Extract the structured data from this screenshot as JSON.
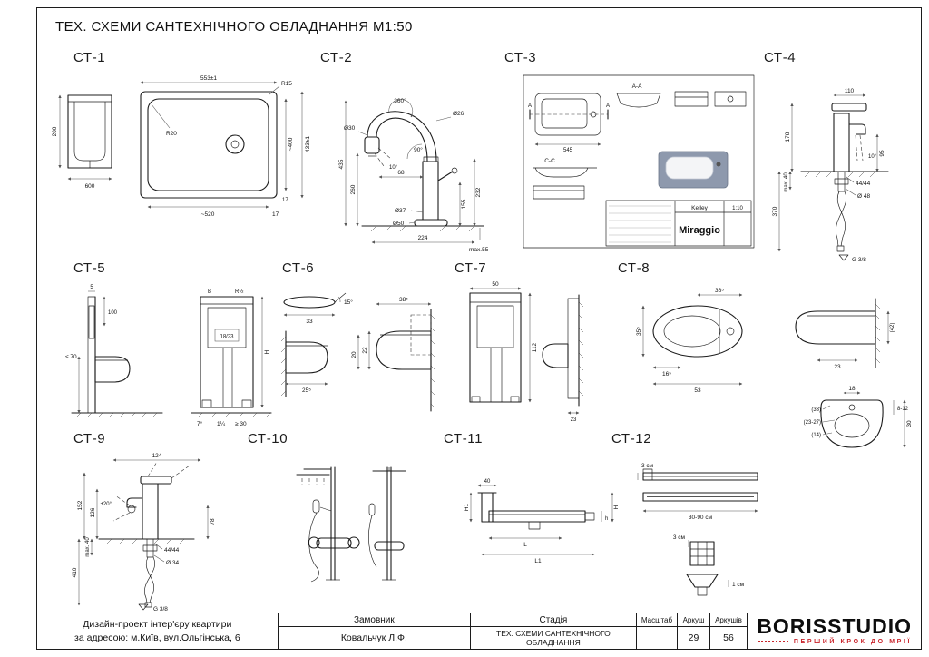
{
  "page": {
    "title": "ТЕХ. СХЕМИ САНТЕХНІЧНОГО ОБЛАДНАННЯ М1:50"
  },
  "colors": {
    "accent_red": "#c9252c",
    "line": "#1c1c1c",
    "basin_fill": "#8e99ad"
  },
  "schemes": {
    "ct1": {
      "label": "СТ-1",
      "dims": [
        "553±1",
        "R15",
        "~400",
        "433±1",
        "R20",
        "~520",
        "17",
        "17",
        "600",
        "200"
      ]
    },
    "ct2": {
      "label": "СТ-2",
      "dims": [
        "360°",
        "Ø26",
        "Ø30",
        "90°",
        "10°",
        "435",
        "260",
        "68",
        "155",
        "232",
        "Ø37",
        "Ø50",
        "224",
        "max.55"
      ]
    },
    "ct3": {
      "label": "СТ-3",
      "texts": {
        "mark_a": "A",
        "sec_a": "A-A",
        "sec_c": "C-C",
        "dim_top": "545",
        "brand": "Miraggio",
        "model": "Kelley",
        "scale": "1:10"
      }
    },
    "ct4": {
      "label": "СТ-4",
      "dims": [
        "178",
        "110",
        "95",
        "44/44",
        "Ø 48",
        "370",
        "max. 40",
        "10°",
        "G 3/8"
      ]
    },
    "ct5": {
      "label": "СТ-5",
      "dims": [
        "5",
        "100",
        "≤ 70",
        "B",
        "R½",
        "18/23",
        "H",
        "7°",
        "1¼",
        "≥ 30"
      ]
    },
    "ct6": {
      "label": "СТ-6",
      "dims": [
        "15°",
        "33",
        "38⁵",
        "22",
        "20",
        "25⁵"
      ]
    },
    "ct7": {
      "label": "СТ-7",
      "dims": [
        "50",
        "112",
        "23"
      ]
    },
    "ct8": {
      "label": "СТ-8",
      "dims": [
        "36⁵",
        "35⁵",
        "16⁵",
        "53",
        "(42)",
        "23",
        "18",
        "8-12",
        "30",
        "(33)",
        "(23-27)",
        "(14)"
      ]
    },
    "ct9": {
      "label": "СТ-9",
      "dims": [
        "124",
        "152",
        "126",
        "±20°",
        "78",
        "44/44",
        "Ø 34",
        "410",
        "max. 40",
        "G 3/8"
      ]
    },
    "ct10": {
      "label": "СТ-10",
      "dims": []
    },
    "ct11": {
      "label": "СТ-11",
      "dims": [
        "40",
        "H1",
        "L",
        "L1",
        "h",
        "H"
      ]
    },
    "ct12": {
      "label": "СТ-12",
      "dims": [
        "3 см",
        "30-90 см",
        "3 см",
        "1 см"
      ]
    }
  },
  "footer": {
    "project_line1": "Дизайн-проект інтер'єру квартири",
    "project_line2": "за адресою: м.Київ, вул.Ольгінська, 6",
    "customer_label": "Замовник",
    "customer_value": "Ковальчук Л.Ф.",
    "stage_label": "Стадія",
    "stage_value": "ТЕХ. СХЕМИ САНТЕХНІЧНОГО ОБЛАДНАННЯ",
    "scale_label": "Масштаб",
    "scale_value": "",
    "sheet_label": "Аркуш",
    "sheet_value": "29",
    "sheets_label": "Аркушів",
    "sheets_value": "56",
    "logo": "BORISSTUDIO",
    "tagline": "ПЕРШИЙ КРОК ДО МРІЇ"
  }
}
